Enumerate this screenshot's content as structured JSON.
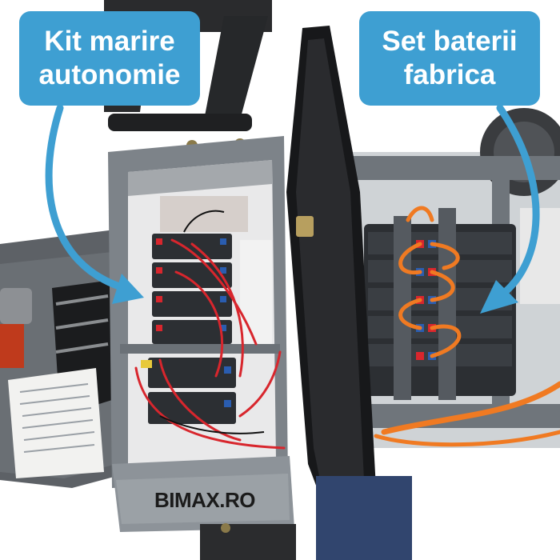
{
  "colors": {
    "callout_background": "#3e9fd2",
    "callout_text": "#ffffff",
    "arrow": "#3e9fd2",
    "frame_metal": "#7d8389",
    "seat_black": "#17181a",
    "battery_dark": "#2c2f33",
    "wire_red": "#d8262d",
    "wire_orange": "#f07a22"
  },
  "callouts": {
    "left": {
      "line1": "Kit marire",
      "line2": "autonomie"
    },
    "right": {
      "line1": "Set baterii",
      "line2": "fabrica"
    }
  },
  "watermark": "BIMAX.RO"
}
